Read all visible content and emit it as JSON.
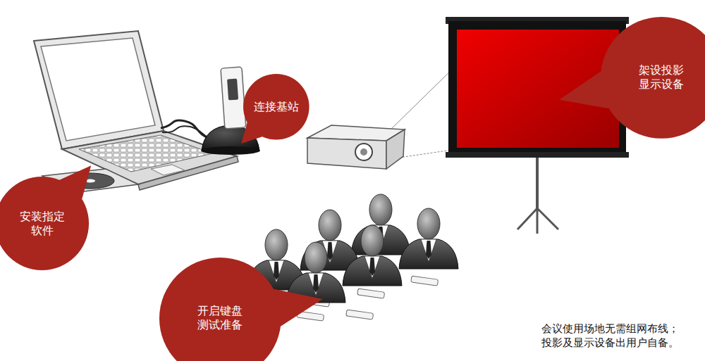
{
  "diagram": {
    "nodes": [
      {
        "text": [
          "连接基站"
        ]
      },
      {
        "text": [
          "架设投影显示设备"
        ]
      },
      {
        "text": [
          "安装指定软件"
        ]
      },
      {
        "text": [
          "开启键盘测试准备"
        ]
      }
    ],
    "labels": [
      "会议使用场地无需组网布线； 投影及显示设备出用户自备。"
    ]
  }
}
